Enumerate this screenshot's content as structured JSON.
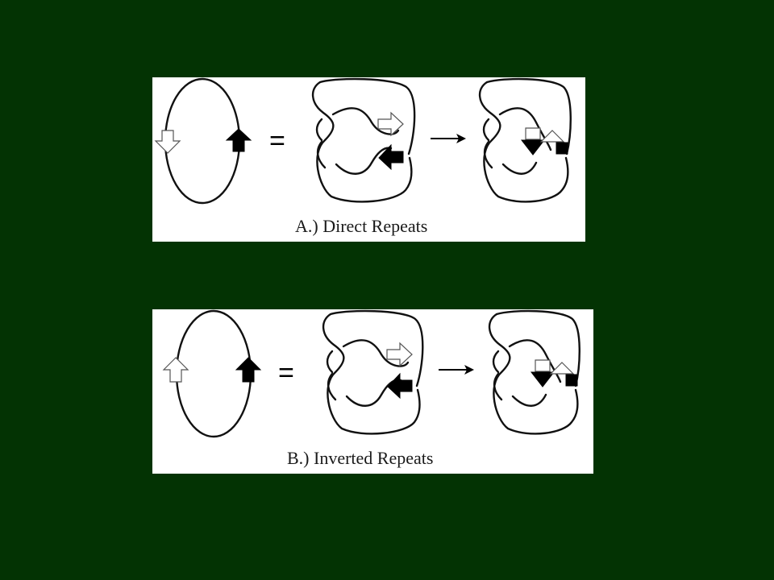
{
  "panels": [
    {
      "id": "A",
      "caption": "A.) Direct Repeats",
      "equals": "=",
      "arrow": "→"
    },
    {
      "id": "B",
      "caption": "B.) Inverted Repeats",
      "equals": "=",
      "arrow": "→"
    }
  ],
  "colors": {
    "background": "#033303",
    "panel": "#ffffff",
    "ink": "#000000"
  }
}
